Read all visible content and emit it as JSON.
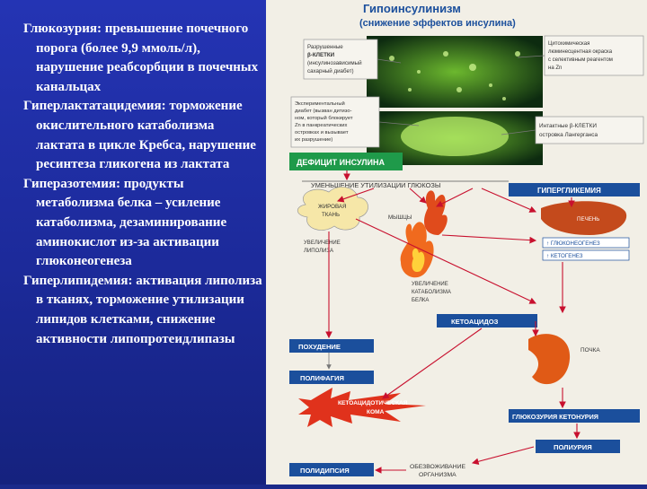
{
  "slide_text": [
    "Глюкозурия: превышение почечного порога (более 9,9 ммоль/л), нарушение реабсорбции в почечных канальцах",
    "Гиперлактатацидемия: торможение окислительного катаболизма лактата в цикле Кребса, нарушение ресинтеза гликогена из лактата",
    "Гиперазотемия: продукты метаболизма белка – усиление катаболизма, дезаминирование аминокислот из-за активации глюконеогенеза",
    "Гиперлипидемия: активация липолиза в тканях, торможение утилизации липидов клетками, снижение активности липопротеидлипазы"
  ],
  "diagram": {
    "title": "Гипоинсулинизм",
    "subtitle": "(снижение эффектов инсулина)",
    "destroyed_cells": [
      "Разрушенные",
      "β-КЛЕТКИ",
      "(инсулинозависимый",
      "сахарный диабет)"
    ],
    "cytochem": [
      "Цитохимическая",
      "люминесцентная окраска",
      "с селективным реагентом",
      "на Zn"
    ],
    "experimental": [
      "Экспериментальный",
      "диабет (вызван дитизо-",
      "ном, который блокирует",
      "Zn в панкреатических",
      "островках и вызывает",
      "их разрушение)"
    ],
    "intact_cells": [
      "Интактные β-КЛЕТКИ",
      "островка Лангерганса"
    ],
    "insulin_deficit": "ДЕФИЦИТ ИНСУЛИНА",
    "glucose_util": "УМЕНЬШЕНИЕ УТИЛИЗАЦИИ ГЛЮКОЗЫ",
    "hyperglycemia": "ГИПЕРГЛИКЕМИЯ",
    "fat_tissue": [
      "ЖИРОВАЯ",
      "ТКАНЬ"
    ],
    "muscle": "МЫШЦЫ",
    "liver": "ПЕЧЕНЬ",
    "gluconeo": "↑ ГЛЮКОНЕОГЕНЕЗ",
    "ketogen": "↑ КЕТОГЕНЕЗ",
    "lipolysis": [
      "УВЕЛИЧЕНИЕ",
      "ЛИПОЛИЗА"
    ],
    "protein_catab": [
      "УВЕЛИЧЕНИЕ",
      "КАТАБОЛИЗМА",
      "БЕЛКА"
    ],
    "ketoacidosis": "КЕТОАЦИДОЗ",
    "weight_loss": "ПОХУДЕНИЕ",
    "polyphagia": "ПОЛИФАГИЯ",
    "kidney": "ПОЧКА",
    "coma": [
      "КЕТОАЦИДОТИЧЕСКАЯ",
      "КОМА"
    ],
    "glucosuria": "ГЛЮКОЗУРИЯ  КЕТОНУРИЯ",
    "polyuria": "ПОЛИУРИЯ",
    "polydipsia": "ПОЛИДИПСИЯ",
    "dehydration": [
      "ОБЕЗВОЖИВАНИЕ",
      "ОРГАНИЗМА"
    ]
  }
}
